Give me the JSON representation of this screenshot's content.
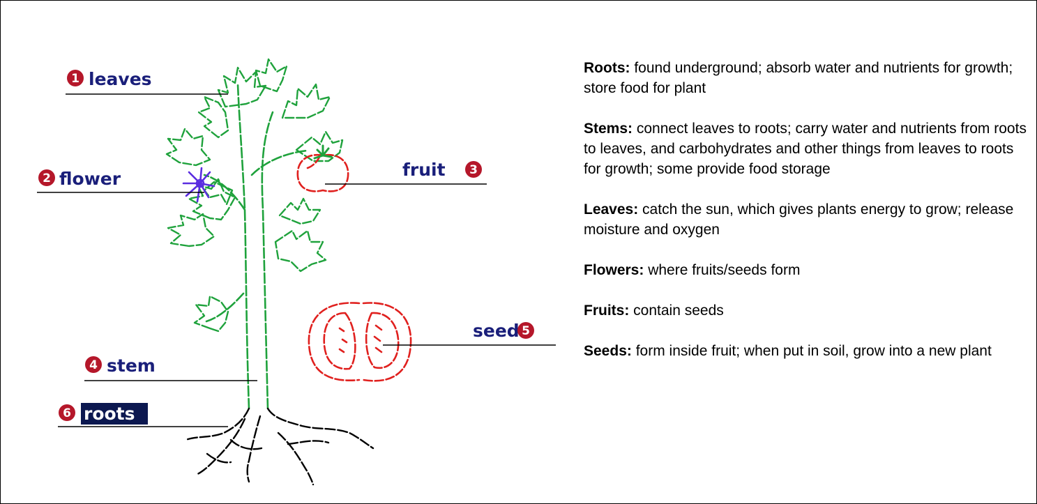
{
  "diagram": {
    "label_color": "#1a1f7a",
    "number_color": "#b5172a",
    "plant_color": "#1fa23c",
    "fruit_color": "#e0201e",
    "flower_color": "#5a2de0",
    "roots_color": "#000000",
    "labels": [
      {
        "id": "leaves",
        "num": "1",
        "text": "leaves"
      },
      {
        "id": "flower",
        "num": "2",
        "text": "flower"
      },
      {
        "id": "fruit",
        "num": "3",
        "text": "fruit"
      },
      {
        "id": "stem",
        "num": "4",
        "text": "stem"
      },
      {
        "id": "seed",
        "num": "5",
        "text": "seed"
      },
      {
        "id": "roots",
        "num": "6",
        "text": "roots"
      }
    ]
  },
  "descriptions": [
    {
      "term": "Roots:",
      "text": " found underground; absorb water and nutrients for growth; store food for plant"
    },
    {
      "term": "Stems:",
      "text": " connect leaves to roots; carry water and nutrients from roots to leaves, and carbohydrates and other things from leaves to roots for growth; some provide food storage"
    },
    {
      "term": "Leaves:",
      "text": " catch the sun, which gives plants energy to grow; release moisture and oxygen"
    },
    {
      "term": "Flowers:",
      "text": " where fruits/seeds form"
    },
    {
      "term": "Fruits:",
      "text": " contain seeds"
    },
    {
      "term": "Seeds:",
      "text": " form inside fruit; when put in soil, grow into a new plant"
    }
  ]
}
